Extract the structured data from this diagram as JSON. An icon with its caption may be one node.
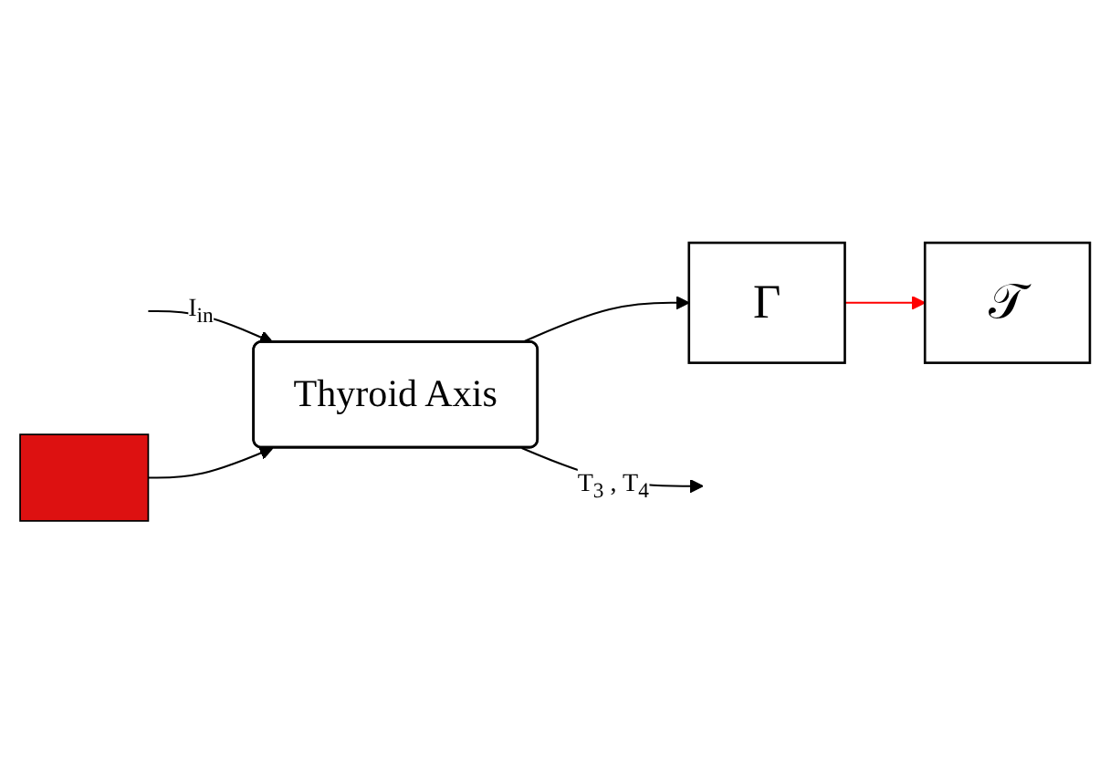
{
  "diagram": {
    "nodes": [
      {
        "text": [
          "Thyroid Axis"
        ]
      },
      {
        "text": [
          "Γ"
        ]
      },
      {
        "text": [
          "𝒯"
        ]
      },
      {
        "text": [],
        "shape": "bar"
      }
    ],
    "edges": [
      {
        "from": null,
        "to": 0,
        "arrow": "to",
        "label": "I$_{in}$"
      },
      {
        "from": 0,
        "to": null,
        "arrow": "to",
        "label": "T$_{3}$ , T$_{4}$"
      },
      {
        "from": 0,
        "to": 1,
        "arrow": "to"
      },
      {
        "from": 1,
        "to": 2,
        "arrow": "to",
        "color": "#ff0000"
      },
      {
        "from": 3,
        "to": 0,
        "arrow": "to"
      }
    ]
  }
}
